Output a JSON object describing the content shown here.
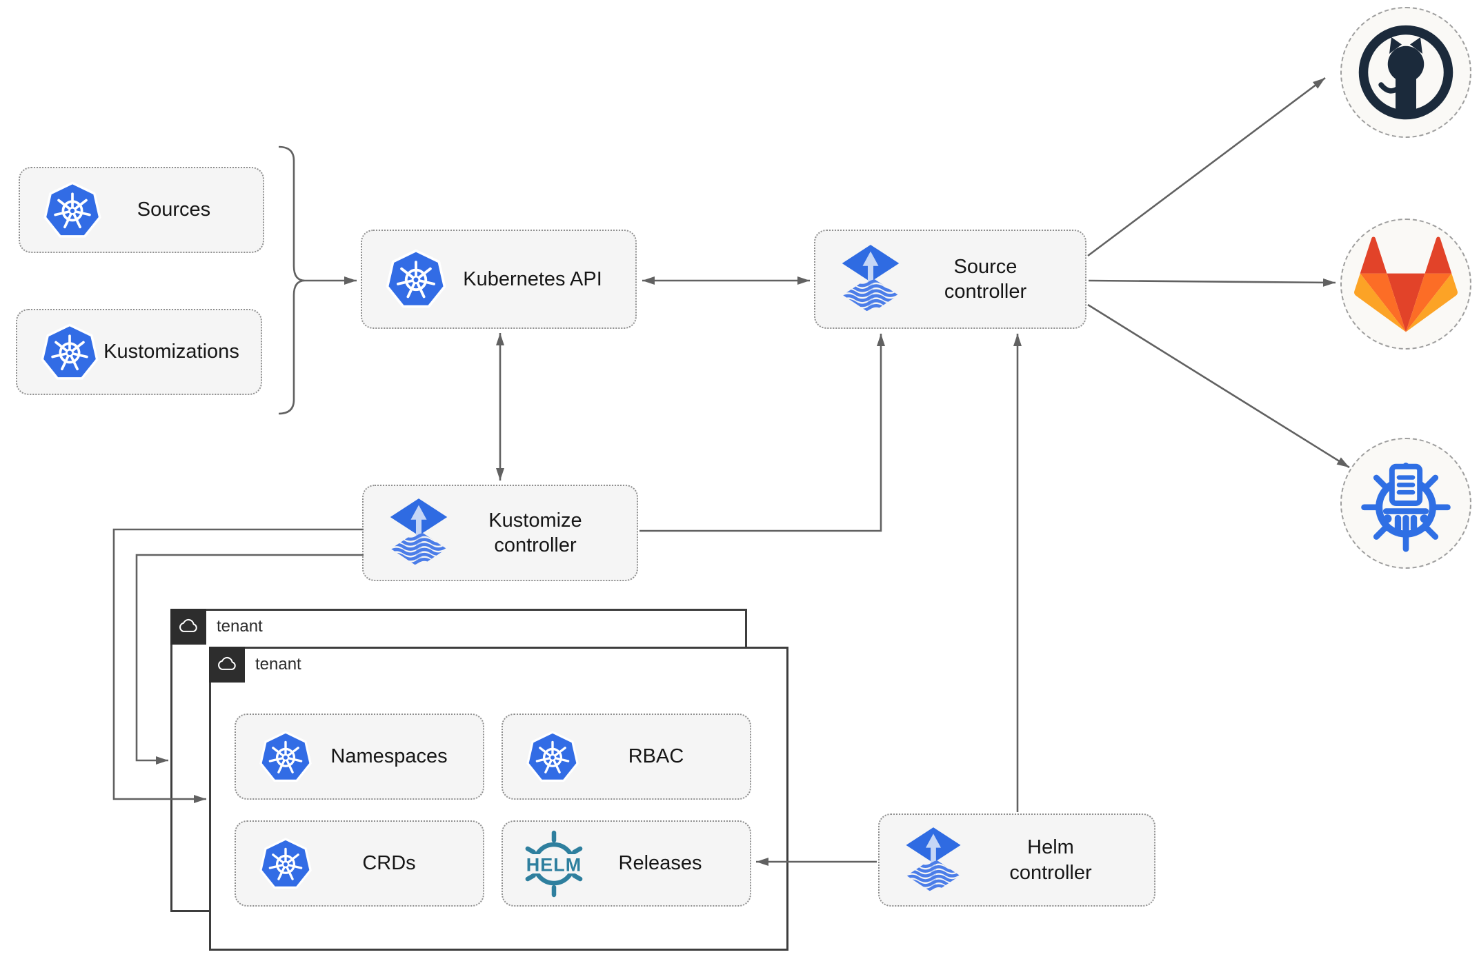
{
  "nodes": {
    "sources": {
      "label": "Sources"
    },
    "kustomizations": {
      "label": "Kustomizations"
    },
    "kubernetes_api": {
      "label": "Kubernetes API"
    },
    "source_controller": {
      "label": "Source\ncontroller"
    },
    "kustomize_controller": {
      "label": "Kustomize\ncontroller"
    },
    "helm_controller": {
      "label": "Helm\ncontroller"
    },
    "tenant_outer": {
      "label": "tenant"
    },
    "tenant_inner": {
      "label": "tenant"
    },
    "namespaces": {
      "label": "Namespaces"
    },
    "rbac": {
      "label": "RBAC"
    },
    "crds": {
      "label": "CRDs"
    },
    "releases": {
      "label": "Releases"
    }
  },
  "logos": {
    "helm_text": "HELM"
  },
  "icons": [
    "kubernetes-icon",
    "flux-icon",
    "helm-icon",
    "cloud-icon",
    "github-icon",
    "gitlab-icon",
    "registry-icon"
  ],
  "colors": {
    "kubernetes_blue": "#326ce5",
    "flux_diamond_blue": "#2f6be2",
    "flux_wave_blue": "#4b7de8",
    "flux_arrow_light": "#c5d6f6",
    "helm_teal": "#2e7f9e",
    "github_navy": "#1b2a3b",
    "gitlab_red": "#e24329",
    "gitlab_orange": "#fc6d26",
    "gitlab_light_orange": "#fca326",
    "registry_blue": "#2f6fe4",
    "connector_gray": "#616161",
    "node_fill": "#f5f5f5",
    "node_border_dotted": "#8f8f8f",
    "tenant_border": "#3d3d3d",
    "badge_background": "#2d2d2d",
    "circle_fill": "#faf9f6"
  },
  "edges": [
    {
      "from": "sources+kustomizations",
      "to": "kubernetes-api",
      "style": "arrow"
    },
    {
      "from": "kubernetes-api",
      "to": "source-controller",
      "style": "double-arrow"
    },
    {
      "from": "kubernetes-api",
      "to": "kustomize-controller",
      "style": "double-arrow"
    },
    {
      "from": "kustomize-controller",
      "to": "source-controller",
      "style": "arrow"
    },
    {
      "from": "kustomize-controller",
      "to": "tenant-inner",
      "style": "arrow"
    },
    {
      "from": "kustomize-controller",
      "to": "tenant-outer",
      "style": "arrow"
    },
    {
      "from": "helm-controller",
      "to": "source-controller",
      "style": "arrow"
    },
    {
      "from": "helm-controller",
      "to": "releases",
      "style": "arrow"
    },
    {
      "from": "source-controller",
      "to": "github",
      "style": "arrow"
    },
    {
      "from": "source-controller",
      "to": "gitlab",
      "style": "arrow"
    },
    {
      "from": "source-controller",
      "to": "registry",
      "style": "arrow"
    }
  ]
}
